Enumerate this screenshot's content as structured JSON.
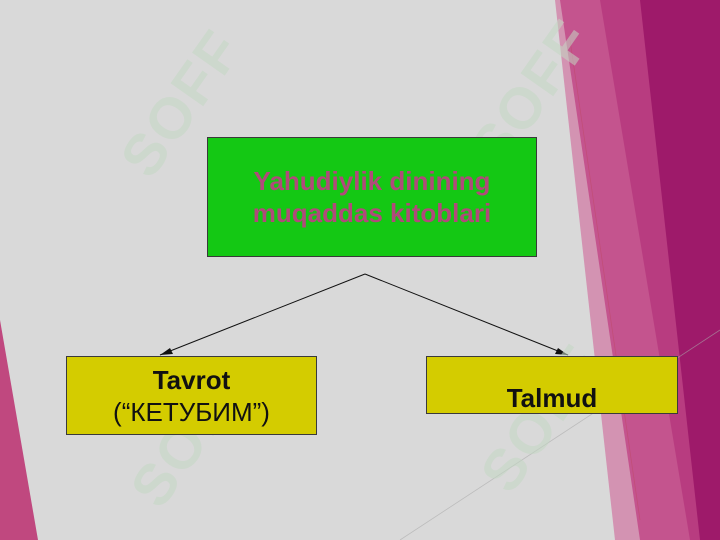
{
  "colors": {
    "background": "#d9d9d9",
    "accent_magenta": "#9e1a6a",
    "accent_pink": "#c0487f",
    "main_box_fill": "#14c814",
    "main_box_text": "#b04a7a",
    "child_box_fill": "#d4cc00",
    "child_box_text": "#111111",
    "watermark": "#bcd6bc"
  },
  "diagram": {
    "root": {
      "line1": "Yahudiylik dinining",
      "line2": "muqaddas kitoblari"
    },
    "children": [
      {
        "title": "Tavrot",
        "subtitle": "(“КЕТУБИМ”)"
      },
      {
        "title": "Talmud"
      }
    ]
  },
  "watermark": {
    "text": "SOFF"
  }
}
